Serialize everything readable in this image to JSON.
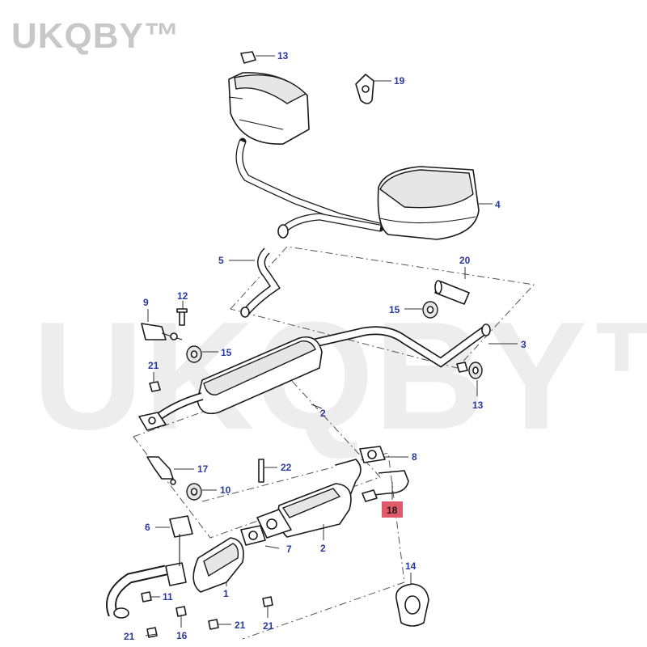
{
  "watermark": {
    "brand": "UKQBY™"
  },
  "colors": {
    "label": "#2a3a9a",
    "highlight": "#e05a6a"
  },
  "labels": {
    "l1": "1",
    "l2": "2",
    "l3": "3",
    "l4": "4",
    "l5": "5",
    "l6": "6",
    "l7": "7",
    "l8": "8",
    "l9": "9",
    "l10": "10",
    "l11": "11",
    "l12": "12",
    "l13a": "13",
    "l13b": "13",
    "l14": "14",
    "l15a": "15",
    "l15b": "15",
    "l16": "16",
    "l17": "17",
    "l18": "18",
    "l19": "19",
    "l20": "20",
    "l21a": "21",
    "l21b": "21",
    "l21c": "21",
    "l21d": "21",
    "l22": "22"
  },
  "highlighted_part": "18"
}
